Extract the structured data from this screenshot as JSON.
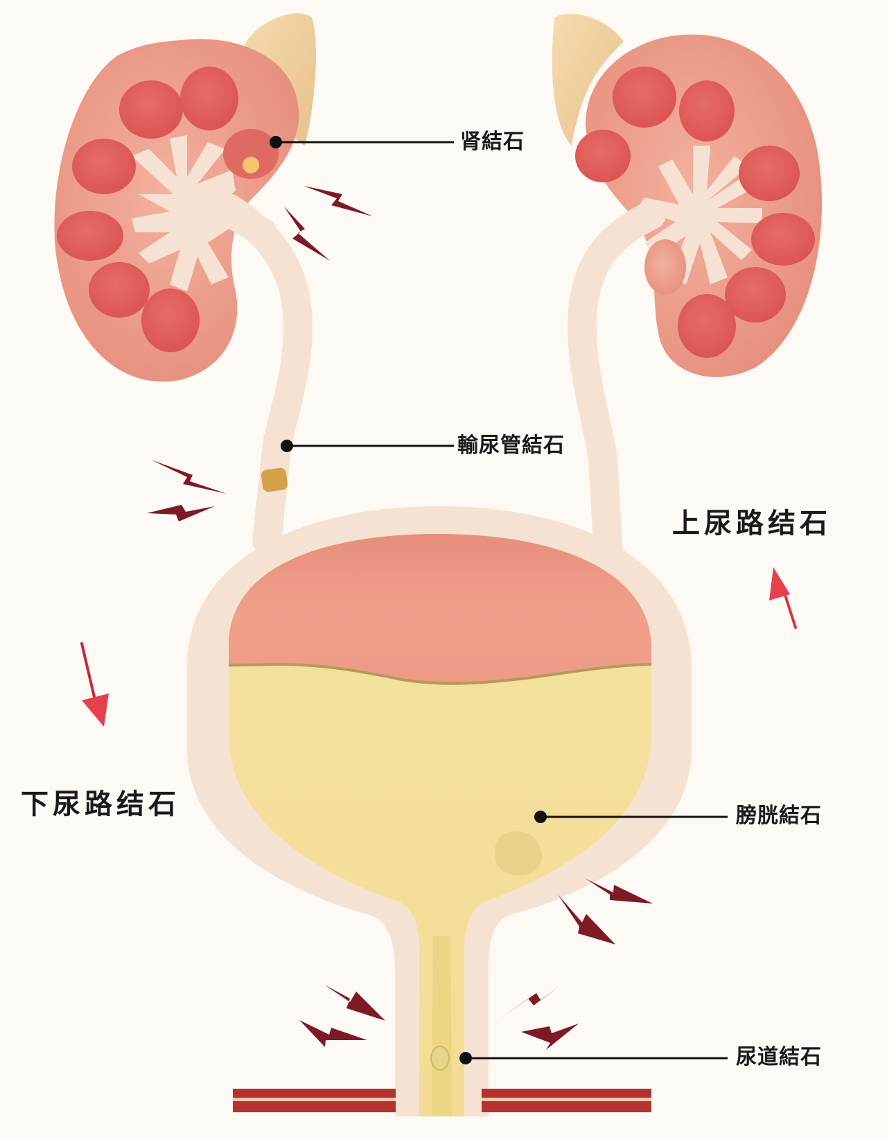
{
  "diagram": {
    "type": "anatomical-illustration",
    "subject": "urinary tract stones",
    "colors": {
      "background": "#fdfaf5",
      "kidney_cortex": "#eda08e",
      "kidney_medulla": "#e0605f",
      "pelvis_ureter": "#f6e2d2",
      "adrenal": "#f0cf9f",
      "bladder_air": "#ec9c86",
      "urine": "#f5e3a0",
      "stone": "#f3c36a",
      "ureter_stone": "#d6a048",
      "pain_bolt": "#7e1a26",
      "arrow": "#e0394a",
      "pelvic_floor": "#b5322e",
      "leader_line": "#111111"
    },
    "labels": {
      "kidney_stone": "肾結石",
      "ureter_stone": "輸尿管結石",
      "upper_tract": "上尿路结石",
      "lower_tract": "下尿路结石",
      "bladder_stone": "膀胱結石",
      "urethral_stone": "尿道結石"
    },
    "arrows": [
      {
        "name": "upper-tract-arrow",
        "direction": "up"
      },
      {
        "name": "lower-tract-arrow",
        "direction": "down"
      }
    ],
    "pain_indicators": 8
  }
}
